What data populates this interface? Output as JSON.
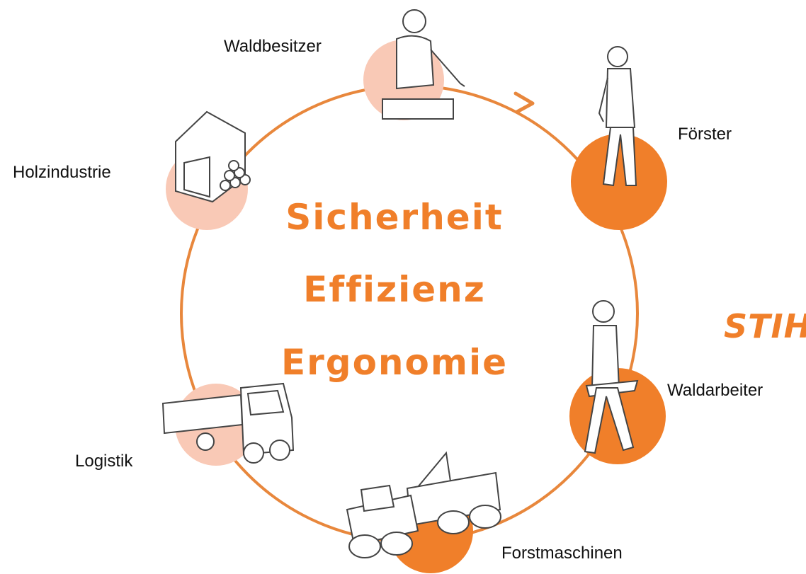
{
  "title_lines": [
    "Sicherheit",
    "Effizienz",
    "Ergonomie"
  ],
  "brand_text": "STIHL",
  "stations": [
    {
      "label": "Waldbesitzer",
      "style": "light",
      "icon": "woman-at-desk-icon"
    },
    {
      "label": "Förster",
      "style": "solid",
      "icon": "forester-with-device-icon"
    },
    {
      "label": "Waldarbeiter",
      "style": "solid",
      "icon": "worker-with-chainsaw-icon"
    },
    {
      "label": "Forstmaschinen",
      "style": "solid",
      "icon": "forwarder-machine-icon"
    },
    {
      "label": "Logistik",
      "style": "light",
      "icon": "timber-truck-icon"
    },
    {
      "label": "Holzindustrie",
      "style": "light",
      "icon": "sawmill-with-logs-icon"
    }
  ],
  "colors": {
    "accent": "#f07f2a",
    "ring": "#e8873c",
    "light_circle": "#f9c9b6",
    "text": "#111111"
  }
}
